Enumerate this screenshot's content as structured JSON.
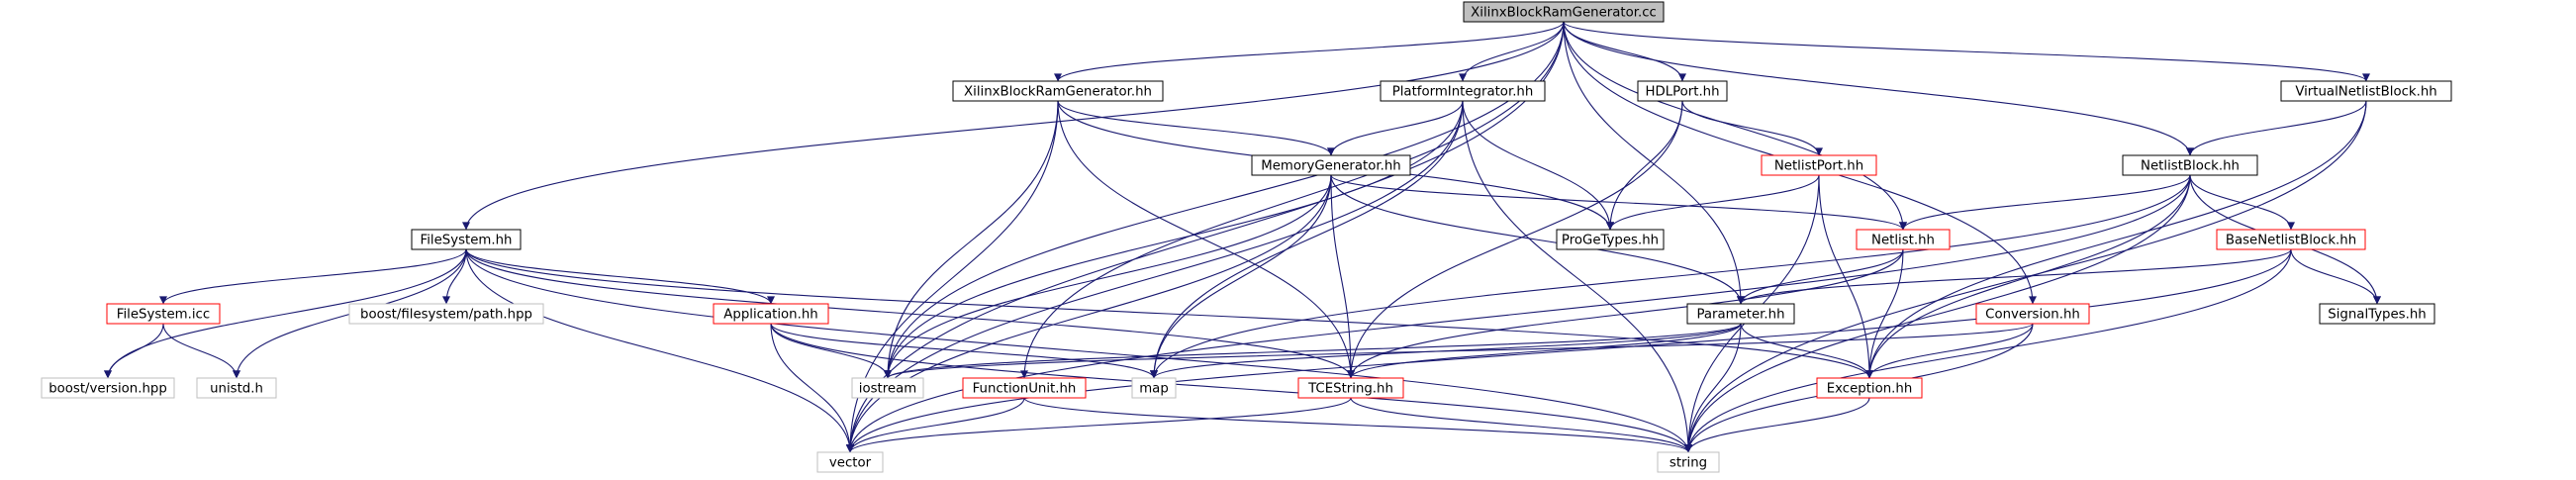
{
  "colors": {
    "edge": "#191970",
    "box_border_documented": "#000000",
    "box_border_has_graph": "#ff0000",
    "box_border_external": "#bfbfbf",
    "root_fill": "#bfbfbf",
    "box_fill": "#ffffff",
    "text": "#000000"
  },
  "nodes": [
    {
      "id": "root",
      "label": "XilinxBlockRamGenerator.cc",
      "style": "root"
    },
    {
      "id": "xbrg_hh",
      "label": "XilinxBlockRamGenerator.hh",
      "style": "documented"
    },
    {
      "id": "platform",
      "label": "PlatformIntegrator.hh",
      "style": "documented"
    },
    {
      "id": "hdlport",
      "label": "HDLPort.hh",
      "style": "documented"
    },
    {
      "id": "vnb",
      "label": "VirtualNetlistBlock.hh",
      "style": "documented"
    },
    {
      "id": "netlistport",
      "label": "NetlistPort.hh",
      "style": "has_graph"
    },
    {
      "id": "memgen",
      "label": "MemoryGenerator.hh",
      "style": "documented"
    },
    {
      "id": "netlistblock",
      "label": "NetlistBlock.hh",
      "style": "documented"
    },
    {
      "id": "filesystem",
      "label": "FileSystem.hh",
      "style": "documented"
    },
    {
      "id": "progetypes",
      "label": "ProGeTypes.hh",
      "style": "documented"
    },
    {
      "id": "netlist",
      "label": "Netlist.hh",
      "style": "has_graph"
    },
    {
      "id": "basenetlist",
      "label": "BaseNetlistBlock.hh",
      "style": "has_graph"
    },
    {
      "id": "fsicc",
      "label": "FileSystem.icc",
      "style": "has_graph"
    },
    {
      "id": "boostpath",
      "label": "boost/filesystem/path.hpp",
      "style": "external"
    },
    {
      "id": "application",
      "label": "Application.hh",
      "style": "has_graph"
    },
    {
      "id": "parameter",
      "label": "Parameter.hh",
      "style": "documented"
    },
    {
      "id": "conversion",
      "label": "Conversion.hh",
      "style": "has_graph"
    },
    {
      "id": "signaltypes",
      "label": "SignalTypes.hh",
      "style": "documented"
    },
    {
      "id": "boostversion",
      "label": "boost/version.hpp",
      "style": "external"
    },
    {
      "id": "unistd",
      "label": "unistd.h",
      "style": "external"
    },
    {
      "id": "iostream",
      "label": "iostream",
      "style": "external"
    },
    {
      "id": "map",
      "label": "map",
      "style": "external"
    },
    {
      "id": "functionunit",
      "label": "FunctionUnit.hh",
      "style": "has_graph"
    },
    {
      "id": "tcestring",
      "label": "TCEString.hh",
      "style": "has_graph"
    },
    {
      "id": "exception",
      "label": "Exception.hh",
      "style": "has_graph"
    },
    {
      "id": "vector",
      "label": "vector",
      "style": "external"
    },
    {
      "id": "string",
      "label": "string",
      "style": "external"
    }
  ],
  "edges": [
    [
      "root",
      "xbrg_hh"
    ],
    [
      "root",
      "platform"
    ],
    [
      "root",
      "hdlport"
    ],
    [
      "root",
      "vnb"
    ],
    [
      "root",
      "netlistblock"
    ],
    [
      "root",
      "filesystem"
    ],
    [
      "root",
      "iostream"
    ],
    [
      "root",
      "netlist"
    ],
    [
      "root",
      "parameter"
    ],
    [
      "root",
      "conversion"
    ],
    [
      "root",
      "functionunit"
    ],
    [
      "root",
      "vector"
    ],
    [
      "xbrg_hh",
      "memgen"
    ],
    [
      "xbrg_hh",
      "progetypes"
    ],
    [
      "xbrg_hh",
      "iostream"
    ],
    [
      "xbrg_hh",
      "tcestring"
    ],
    [
      "xbrg_hh",
      "vector"
    ],
    [
      "platform",
      "memgen"
    ],
    [
      "platform",
      "progetypes"
    ],
    [
      "platform",
      "iostream"
    ],
    [
      "platform",
      "map"
    ],
    [
      "platform",
      "string"
    ],
    [
      "platform",
      "vector"
    ],
    [
      "hdlport",
      "netlistport"
    ],
    [
      "hdlport",
      "progetypes"
    ],
    [
      "hdlport",
      "tcestring"
    ],
    [
      "vnb",
      "netlistblock"
    ],
    [
      "vnb",
      "exception"
    ],
    [
      "vnb",
      "string"
    ],
    [
      "netlistport",
      "progetypes"
    ],
    [
      "netlistport",
      "exception"
    ],
    [
      "netlistport",
      "string"
    ],
    [
      "memgen",
      "netlist"
    ],
    [
      "memgen",
      "parameter"
    ],
    [
      "memgen",
      "tcestring"
    ],
    [
      "memgen",
      "map"
    ],
    [
      "memgen",
      "iostream"
    ],
    [
      "memgen",
      "vector"
    ],
    [
      "netlistblock",
      "netlist"
    ],
    [
      "netlistblock",
      "basenetlist"
    ],
    [
      "netlistblock",
      "signaltypes"
    ],
    [
      "netlistblock",
      "map"
    ],
    [
      "netlistblock",
      "exception"
    ],
    [
      "netlistblock",
      "vector"
    ],
    [
      "netlistblock",
      "string"
    ],
    [
      "filesystem",
      "fsicc"
    ],
    [
      "filesystem",
      "boostpath"
    ],
    [
      "filesystem",
      "application"
    ],
    [
      "filesystem",
      "unistd"
    ],
    [
      "filesystem",
      "boostversion"
    ],
    [
      "filesystem",
      "tcestring"
    ],
    [
      "filesystem",
      "exception"
    ],
    [
      "filesystem",
      "vector"
    ],
    [
      "filesystem",
      "string"
    ],
    [
      "netlist",
      "parameter"
    ],
    [
      "netlist",
      "exception"
    ],
    [
      "netlist",
      "tcestring"
    ],
    [
      "basenetlist",
      "parameter"
    ],
    [
      "basenetlist",
      "signaltypes"
    ],
    [
      "basenetlist",
      "vector"
    ],
    [
      "basenetlist",
      "string"
    ],
    [
      "fsicc",
      "boostversion"
    ],
    [
      "fsicc",
      "unistd"
    ],
    [
      "application",
      "iostream"
    ],
    [
      "application",
      "map"
    ],
    [
      "application",
      "vector"
    ],
    [
      "application",
      "string"
    ],
    [
      "parameter",
      "tcestring"
    ],
    [
      "parameter",
      "exception"
    ],
    [
      "parameter",
      "map"
    ],
    [
      "parameter",
      "iostream"
    ],
    [
      "parameter",
      "string"
    ],
    [
      "conversion",
      "exception"
    ],
    [
      "conversion",
      "iostream"
    ],
    [
      "conversion",
      "string"
    ],
    [
      "functionunit",
      "vector"
    ],
    [
      "functionunit",
      "string"
    ],
    [
      "tcestring",
      "vector"
    ],
    [
      "tcestring",
      "string"
    ],
    [
      "exception",
      "string"
    ]
  ]
}
